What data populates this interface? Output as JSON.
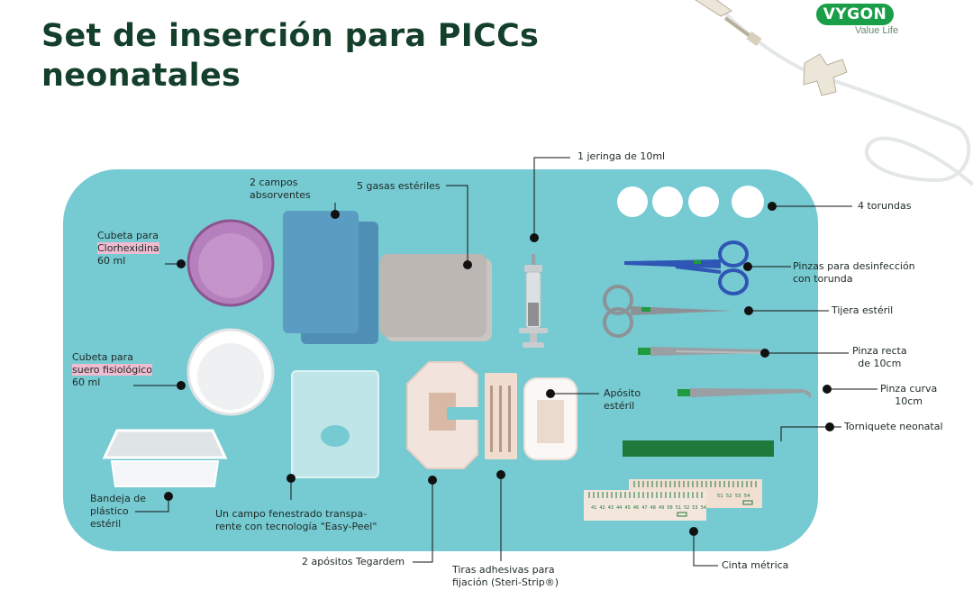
{
  "title": {
    "line1": "Set de inserción para PICCs",
    "line2": "neonatales"
  },
  "brand": {
    "name": "VYGON",
    "tagline": "Value Life"
  },
  "labels": {
    "campos": {
      "line1": "2 campos",
      "line2": "absorventes"
    },
    "gasas": "5 gasas estériles",
    "jeringa": "1 jeringa de 10ml",
    "torundas": "4 torundas",
    "clorhexidina": {
      "line1": "Cubeta para",
      "line2": "Clorhexidina",
      "line3": "60 ml"
    },
    "pinzas_desinf": {
      "line1": "Pinzas para desinfección",
      "line2": "con torunda"
    },
    "tijera": "Tijera estéril",
    "pinza_recta": {
      "line1": "Pinza recta",
      "line2": "de 10cm"
    },
    "suero": {
      "line1": "Cubeta para",
      "line2": "suero fisiológico",
      "line3": "60 ml"
    },
    "aposito": {
      "line1": "Apósito",
      "line2": "estéril"
    },
    "pinza_curva": {
      "line1": "Pinza curva",
      "line2": "10cm"
    },
    "torniquete": "Torniquete neonatal",
    "bandeja": {
      "line1": "Bandeja de",
      "line2": "plástico",
      "line3": "estéril"
    },
    "campo_fen": {
      "line1": "Un campo fenestrado transpa-",
      "line2": "rente con tecnología \"Easy-Peel\""
    },
    "tegardem": "2 apósitos Tegardem",
    "tiras": {
      "line1": "Tiras adhesivas para",
      "line2": "fijación (Steri-Strip®)"
    },
    "cinta": "Cinta métrica"
  },
  "ruler": {
    "front_numbers": "41 42 43 44 45 46 47 48 49 50 51 52 53 54",
    "back_numbers": "51 52 53 54"
  },
  "colors": {
    "tray": "#76cad2",
    "title": "#133f2b",
    "brand": "#1a9e47",
    "highlight": "#f0bcd2",
    "tourniquet": "#1e7a3a"
  }
}
